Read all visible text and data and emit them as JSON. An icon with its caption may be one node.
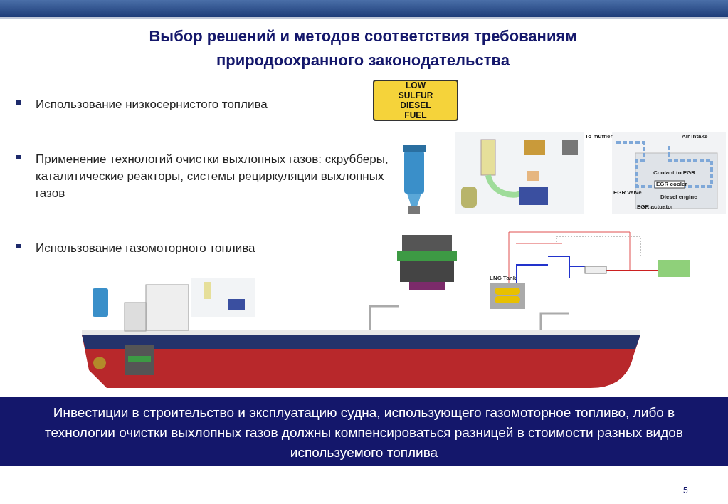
{
  "diagram": {
    "title": "Выбор решений и методов соответствия требованиям природоохранного законодательства",
    "labels": [
      "Использование низкосернистого топлива",
      "Применение технологий очистки выхлопных газов: скрубберы, каталитические реакторы, системы рециркуляции выхлопных газов",
      "Использование газомоторного топлива",
      "LOW SULFUR DIESEL FUEL",
      "To muffler",
      "Air intake",
      "Coolant to EGR",
      "EGR cooler",
      "EGR valve",
      "Diesel engine",
      "EGR actuator",
      "LNG Tank",
      "Инвестиции в строительство и эксплуатацию судна, использующего газомоторное топливо, либо в технологии очистки выхлопных газов должны компенсироваться разницей  в стоимости разных видов используемого топлива",
      "5"
    ]
  }
}
